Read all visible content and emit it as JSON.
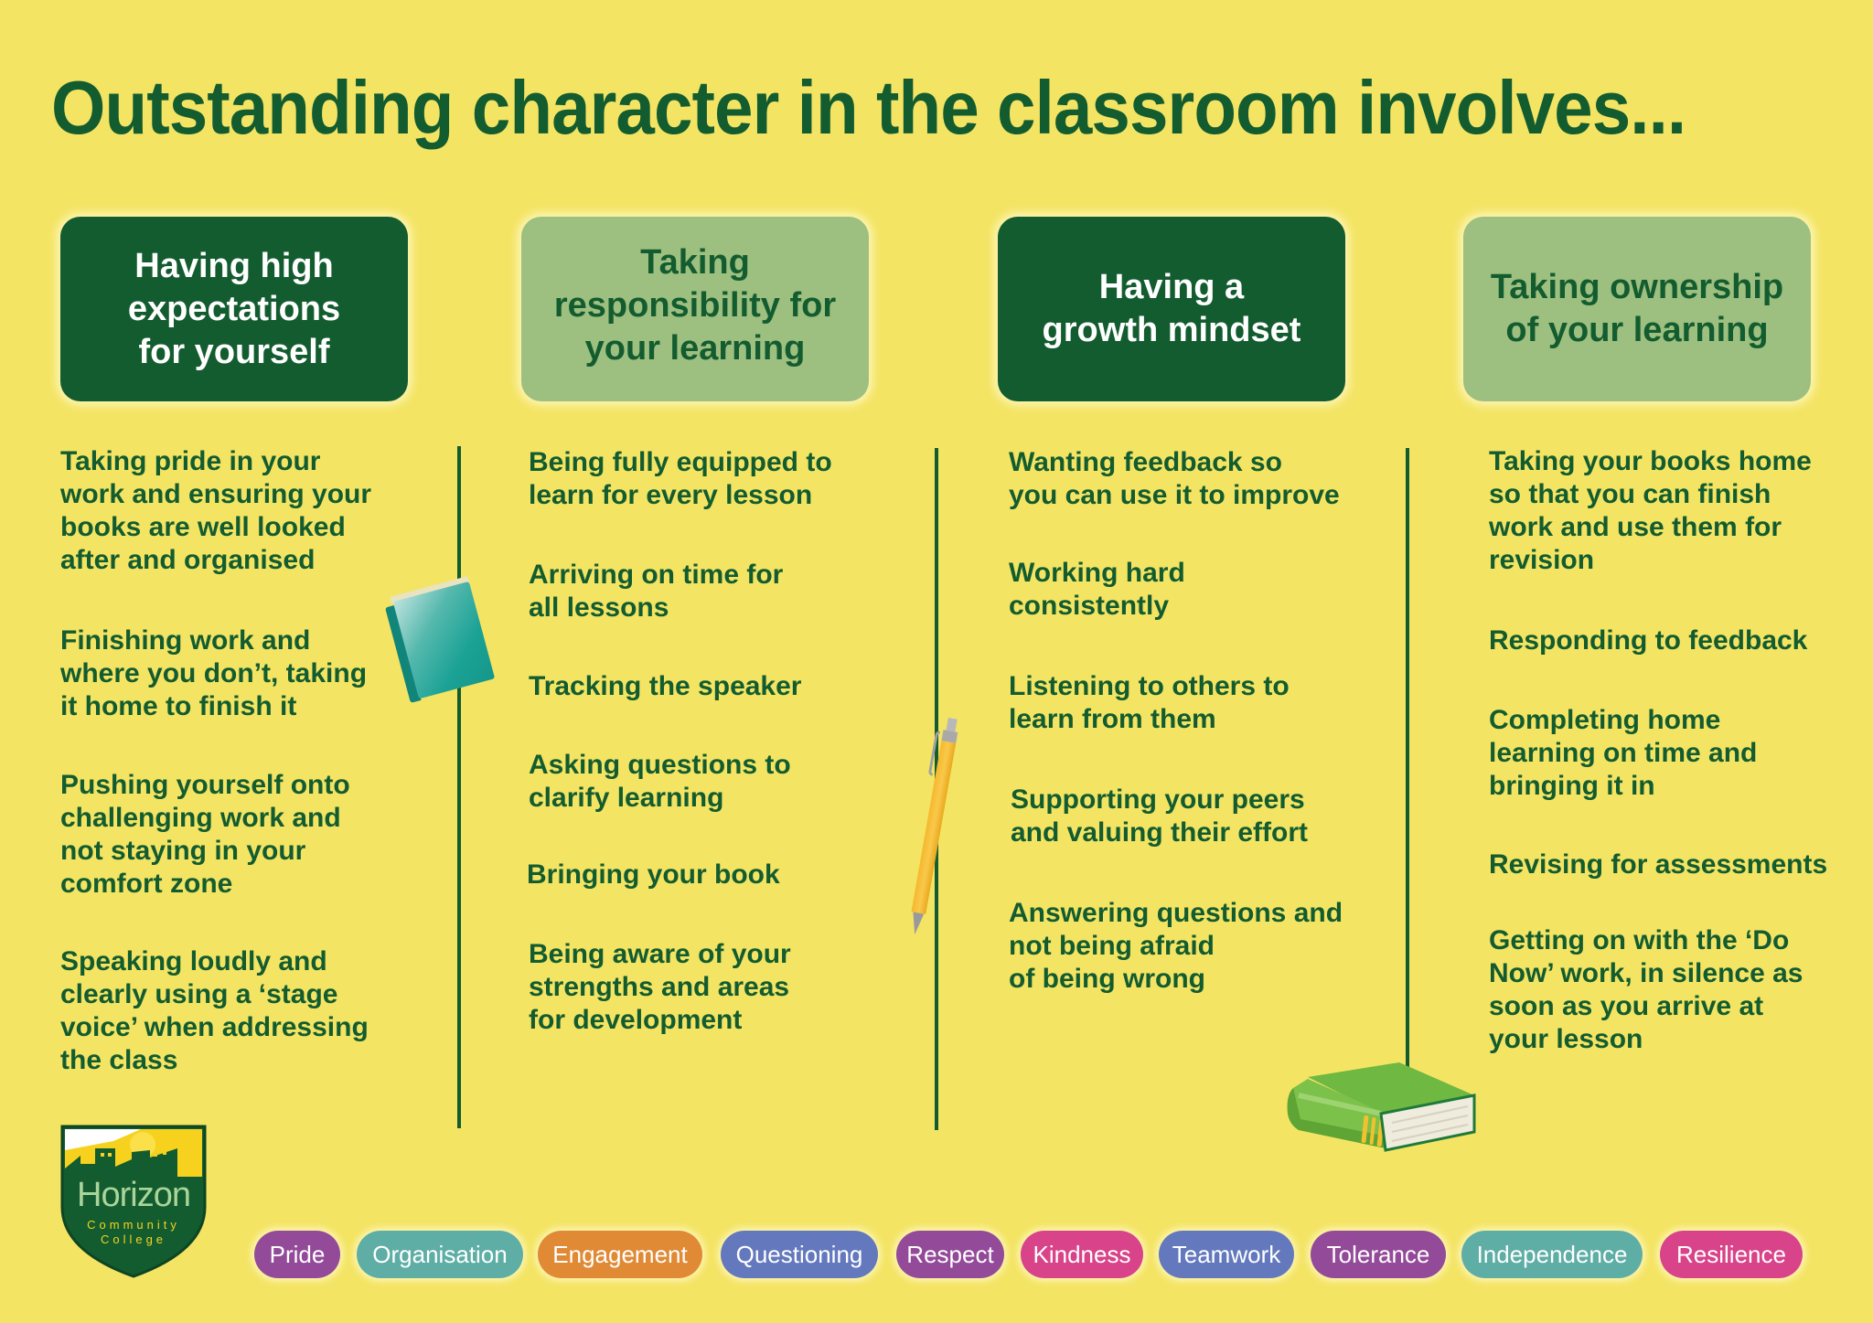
{
  "title": "Outstanding character in the classroom involves...",
  "colors": {
    "background": "#f4e464",
    "dark_green": "#135c2f",
    "light_green": "#9dbf7f",
    "white": "#ffffff"
  },
  "columns": [
    {
      "header": [
        "Having high",
        "expectations",
        "for yourself"
      ],
      "style": "dark",
      "items": [
        "Taking pride in your\nwork and ensuring your\nbooks are well looked\nafter and organised",
        "Finishing work and\nwhere you don’t, taking\nit home to finish it",
        "Pushing yourself onto\nchallenging work and\nnot staying in your\ncomfort zone",
        "Speaking loudly and\nclearly using a ‘stage\nvoice’ when addressing\nthe class"
      ]
    },
    {
      "header": [
        "Taking",
        "responsibility for",
        "your learning"
      ],
      "style": "light",
      "items": [
        "Being fully equipped to\nlearn for every lesson",
        "Arriving on time for\nall lessons",
        "Tracking the speaker",
        "Asking questions to\nclarify learning",
        "Bringing your book",
        "Being aware of your\nstrengths and areas\nfor development"
      ]
    },
    {
      "header": [
        "Having a",
        "growth mindset"
      ],
      "style": "dark",
      "items": [
        "Wanting feedback so\nyou can use it to improve",
        "Working hard\nconsistently",
        "Listening to others to\nlearn from them",
        "Supporting your peers\nand valuing their effort",
        "Answering questions and\nnot being afraid\nof being wrong"
      ]
    },
    {
      "header": [
        "Taking ownership",
        "of your learning"
      ],
      "style": "light",
      "items": [
        "Taking your books home\nso that you can finish\nwork and use them for\nrevision",
        "Responding to feedback",
        "Completing home\nlearning on time and\nbringing it in",
        "Revising for assessments",
        "Getting on with the ‘Do\nNow’ work, in silence as\nsoon as you arrive at\nyour lesson"
      ]
    }
  ],
  "logo": {
    "name": "Horizon",
    "sub1": "Community",
    "sub2": "College"
  },
  "values": [
    {
      "label": "Pride",
      "color": "#934a98"
    },
    {
      "label": "Organisation",
      "color": "#5eaea6"
    },
    {
      "label": "Engagement",
      "color": "#e08a35"
    },
    {
      "label": "Questioning",
      "color": "#6479bd"
    },
    {
      "label": "Respect",
      "color": "#934a98"
    },
    {
      "label": "Kindness",
      "color": "#d84389"
    },
    {
      "label": "Teamwork",
      "color": "#6479bd"
    },
    {
      "label": "Tolerance",
      "color": "#934a98"
    },
    {
      "label": "Independence",
      "color": "#5eaea6"
    },
    {
      "label": "Resilience",
      "color": "#d84389"
    }
  ],
  "decorations": {
    "teal_book": "book-icon",
    "pencil": "pencil-icon",
    "green_book": "book-icon"
  }
}
